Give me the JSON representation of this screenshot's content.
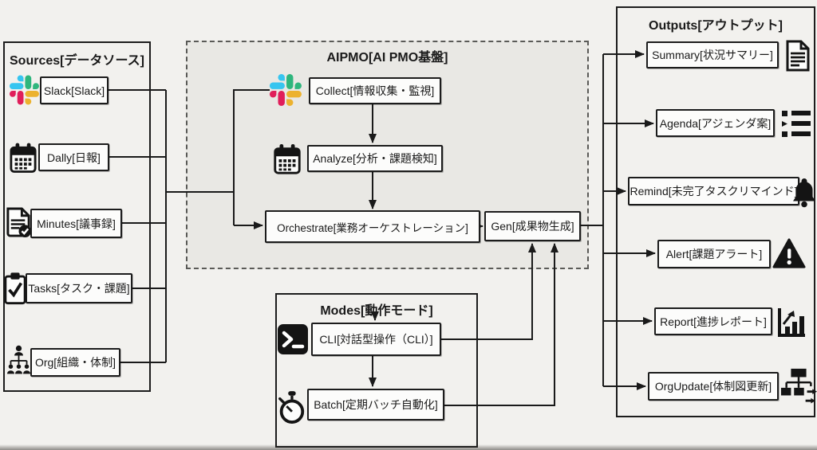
{
  "colors": {
    "ink": "#1a1a1a",
    "canvas_bg": "#f2f1ee",
    "aipmo_bg": "#e9e8e4",
    "box_bg": "#fcfcfb",
    "slack_blue": "#36C5F0",
    "slack_green": "#2EB67D",
    "slack_yellow": "#ECB22E",
    "slack_red": "#E01E5A"
  },
  "sources": {
    "title": "Sources[データソース]",
    "items": [
      {
        "label": "Slack[Slack]",
        "icon": "slack-logo"
      },
      {
        "label": "Dally[日報]",
        "icon": "calendar"
      },
      {
        "label": "Minutes[議事録]",
        "icon": "document-check"
      },
      {
        "label": "Tasks[タスク・課題]",
        "icon": "clipboard-check"
      },
      {
        "label": "Org[組織・体制]",
        "icon": "org-chart"
      }
    ]
  },
  "aipmo": {
    "title": "AIPMO[AI PMO基盤]",
    "nodes": [
      {
        "label": "Collect[情報収集・監視]",
        "icon": "slack-logo"
      },
      {
        "label": "Analyze[分析・課題検知]",
        "icon": "calendar"
      },
      {
        "label": "Orchestrate[業務オーケストレーション]",
        "icon": "none"
      },
      {
        "label": "Gen[成果物生成]",
        "icon": "none"
      }
    ]
  },
  "modes": {
    "title": "Modes[動作モード]",
    "nodes": [
      {
        "label": "CLI[対話型操作（CLI）]",
        "icon": "terminal"
      },
      {
        "label": "Batch[定期バッチ自動化]",
        "icon": "stopwatch"
      }
    ]
  },
  "outputs": {
    "title": "Outputs[アウトプット]",
    "items": [
      {
        "label": "Summary[状況サマリー]",
        "icon": "document"
      },
      {
        "label": "Agenda[アジェンダ案]",
        "icon": "list"
      },
      {
        "label": "Remind[未完了タスクリマインド]",
        "icon": "bell"
      },
      {
        "label": "Alert[課題アラート]",
        "icon": "warning-triangle"
      },
      {
        "label": "Report[進捗レポート]",
        "icon": "bar-chart"
      },
      {
        "label": "OrgUpdate[体制図更新]",
        "icon": "org-chart-update"
      }
    ]
  }
}
